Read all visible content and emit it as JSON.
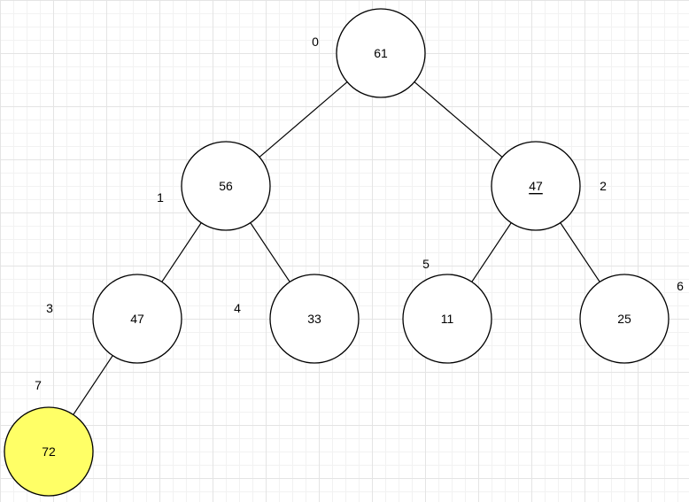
{
  "heap": {
    "nodes": [
      {
        "index": "0",
        "value": "61",
        "highlighted": false,
        "underlined": false
      },
      {
        "index": "1",
        "value": "56",
        "highlighted": false,
        "underlined": false
      },
      {
        "index": "2",
        "value": "47",
        "highlighted": false,
        "underlined": true
      },
      {
        "index": "3",
        "value": "47",
        "highlighted": false,
        "underlined": false
      },
      {
        "index": "4",
        "value": "33",
        "highlighted": false,
        "underlined": false
      },
      {
        "index": "5",
        "value": "11",
        "highlighted": false,
        "underlined": false
      },
      {
        "index": "6",
        "value": "25",
        "highlighted": false,
        "underlined": false
      },
      {
        "index": "7",
        "value": "72",
        "highlighted": true,
        "underlined": false
      }
    ],
    "edges": [
      [
        0,
        1
      ],
      [
        0,
        2
      ],
      [
        1,
        3
      ],
      [
        1,
        4
      ],
      [
        2,
        5
      ],
      [
        2,
        6
      ],
      [
        3,
        7
      ]
    ],
    "highlight_color": "#ffff66"
  }
}
